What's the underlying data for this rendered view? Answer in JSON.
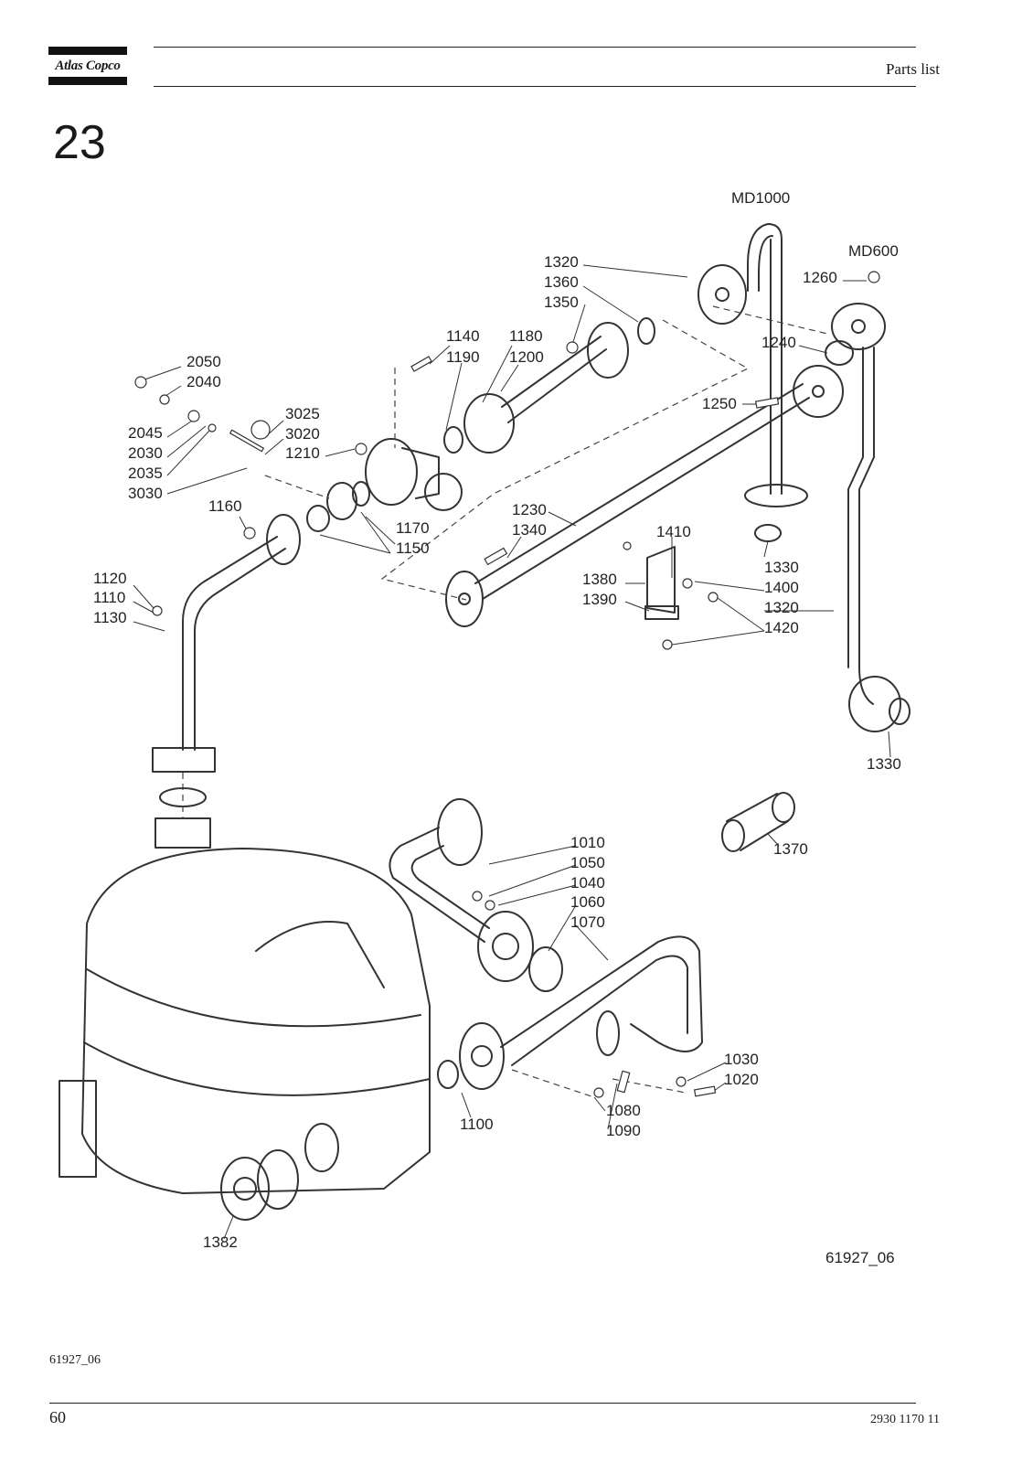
{
  "header": {
    "brand": "Atlas Copco",
    "title": "Parts list"
  },
  "section_number": "23",
  "diagram": {
    "model_labels": [
      "MD1000",
      "MD600"
    ],
    "callouts": [
      "1320",
      "1360",
      "1350",
      "1140",
      "1190",
      "1180",
      "1200",
      "2050",
      "2040",
      "2045",
      "2030",
      "2035",
      "3030",
      "3025",
      "3020",
      "1210",
      "1160",
      "1170",
      "1150",
      "1120",
      "1110",
      "1130",
      "1260",
      "1240",
      "1250",
      "1230",
      "1340",
      "1410",
      "1380",
      "1390",
      "1330",
      "1400",
      "1320",
      "1420",
      "1330",
      "1010",
      "1050",
      "1040",
      "1060",
      "1070",
      "1370",
      "1030",
      "1020",
      "1100",
      "1080",
      "1090",
      "1382"
    ],
    "drawing_id": "61927_06"
  },
  "footer": {
    "figure_ref": "61927_06",
    "page_number": "60",
    "doc_number": "2930 1170 11"
  }
}
